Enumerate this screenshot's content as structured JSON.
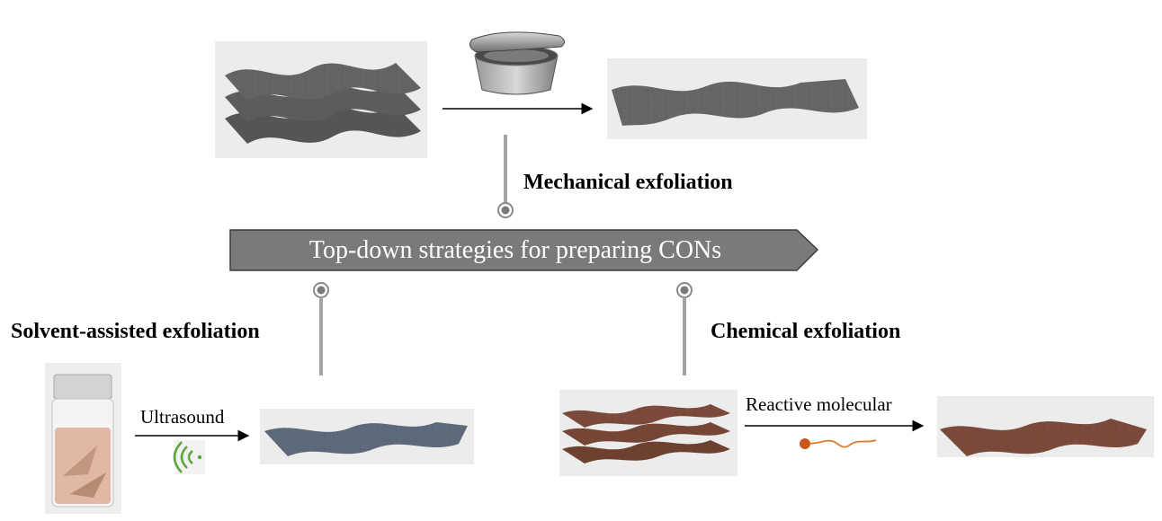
{
  "banner": {
    "title": "Top-down strategies for preparing CONs"
  },
  "methods": {
    "mechanical": {
      "label": "Mechanical exfoliation"
    },
    "solvent": {
      "label": "Solvent-assisted exfoliation",
      "step_label": "Ultrasound"
    },
    "chemical": {
      "label": "Chemical exfoliation",
      "step_label": "Reactive molecular"
    }
  },
  "colors": {
    "banner_fill": "#7a7a7a",
    "connector": "#a3a3a3",
    "gray_sheet": "#5a5a5a",
    "blue_sheet": "#5d6a7c",
    "brown_sheet": "#7b4a3a",
    "ultrasound_wave": "#5aa83c",
    "molecule": "#d65c1c"
  }
}
